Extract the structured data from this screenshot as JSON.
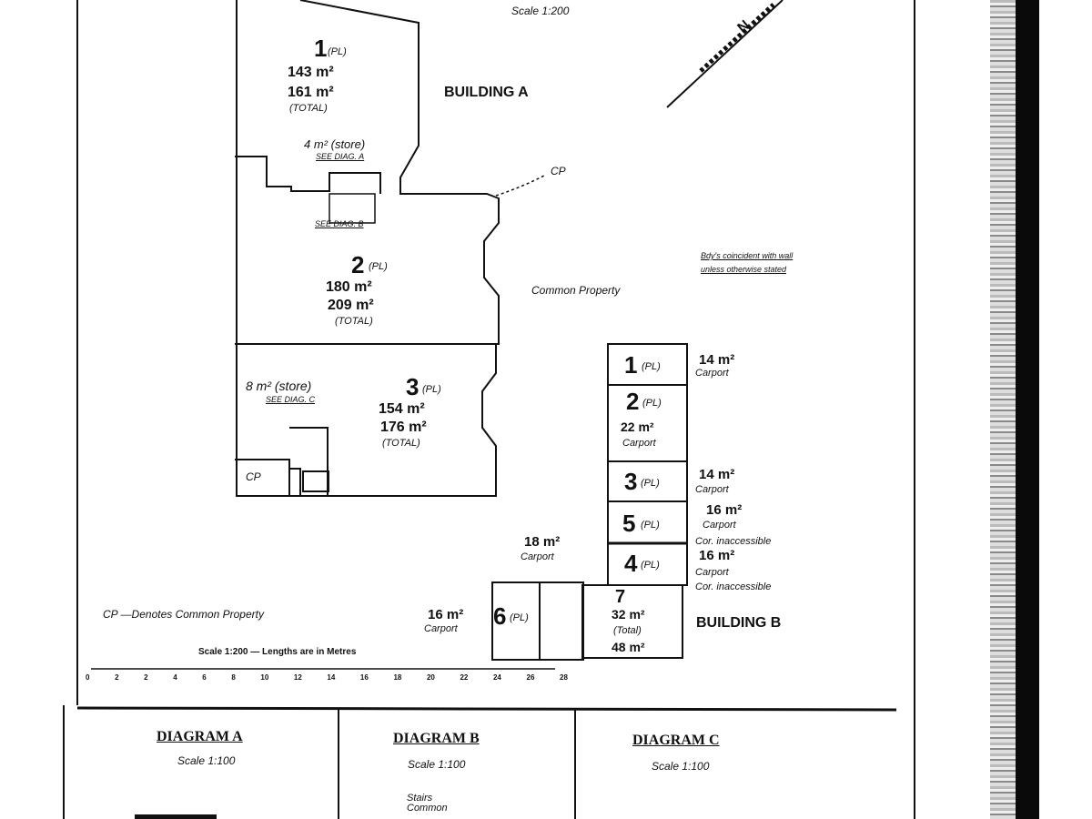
{
  "title_scale": "Scale 1:200",
  "north_label": "N",
  "building_a": {
    "label": "BUILDING A",
    "lot1": {
      "num": "1",
      "pl": "(PL)",
      "area": "143 m²",
      "total": "161 m²",
      "total_label": "(TOTAL)"
    },
    "store_a": {
      "area": "4 m² (store)",
      "ref": "SEE DIAG. A"
    },
    "ref_b": "SEE DIAG. B",
    "cp_arrow": "CP",
    "lot2": {
      "num": "2",
      "pl": "(PL)",
      "area": "180 m²",
      "total": "209 m²",
      "total_label": "(TOTAL)"
    },
    "lot3": {
      "num": "3",
      "pl": "(PL)",
      "area": "154 m²",
      "total": "176 m²",
      "total_label": "(TOTAL)"
    },
    "store_c": {
      "area": "8 m² (store)",
      "ref": "SEE DIAG. C"
    },
    "cp_box": "CP"
  },
  "common_property": "Common Property",
  "note": [
    "Bdy's coincident with wall",
    "unless otherwise stated"
  ],
  "carports": [
    {
      "num": "1",
      "pl": "(PL)",
      "area": "14 m²",
      "type": "Carport",
      "extra": ""
    },
    {
      "num": "2",
      "pl": "(PL)",
      "area": "22 m²",
      "type": "Carport",
      "extra": ""
    },
    {
      "num": "3",
      "pl": "(PL)",
      "area": "14 m²",
      "type": "Carport",
      "extra": ""
    },
    {
      "num": "5",
      "pl": "(PL)",
      "area": "16 m²",
      "type": "Carport",
      "extra": "Cor. inaccessible"
    },
    {
      "num": "4",
      "pl": "(PL)",
      "area": "16 m²",
      "type": "Carport",
      "extra": "Cor. inaccessible"
    }
  ],
  "lot6": {
    "num": "6",
    "pl": "(PL)",
    "area": "16 m²",
    "type": "Carport"
  },
  "lot_adj": {
    "area": "18 m²",
    "type": "Carport"
  },
  "lot7": {
    "num": "7",
    "area": "32 m²",
    "total_label": "(Total)",
    "total": "48 m²"
  },
  "building_b": "BUILDING B",
  "legend": "CP  —Denotes Common Property",
  "scale_bar": {
    "caption": "Scale 1:200 — Lengths are in Metres",
    "ticks": [
      "0",
      "2",
      "2",
      "4",
      "6",
      "8",
      "10",
      "12",
      "14",
      "16",
      "18",
      "20",
      "22",
      "24",
      "26",
      "28"
    ]
  },
  "diagrams": [
    {
      "title": "DIAGRAM A",
      "scale": "Scale 1:100",
      "extra": ""
    },
    {
      "title": "DIAGRAM B",
      "scale": "Scale 1:100",
      "extra": "Stairs Common"
    },
    {
      "title": "DIAGRAM C",
      "scale": "Scale 1:100",
      "extra": ""
    }
  ]
}
